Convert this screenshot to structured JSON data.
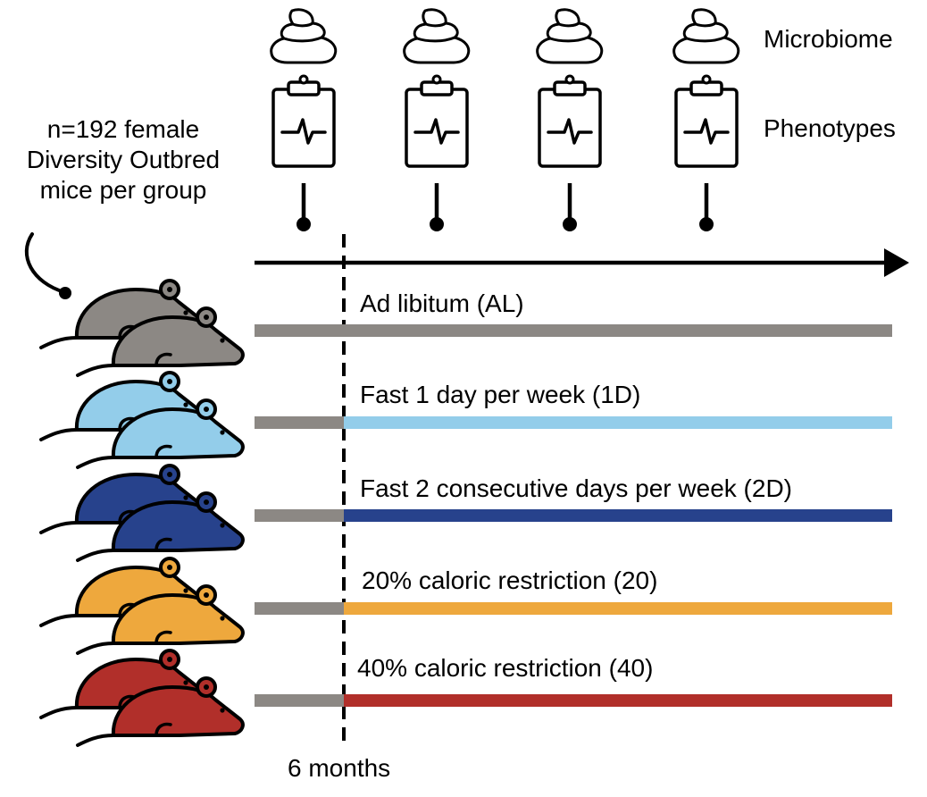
{
  "legend": {
    "microbiome_label": "Microbiome",
    "phenotypes_label": "Phenotypes"
  },
  "cohort": {
    "line1": "n=192 female",
    "line2": "Diversity Outbred",
    "line3": "mice per group"
  },
  "timepoint_label": "6 months",
  "groups": [
    {
      "label": "Ad libitum (AL)",
      "color": "#8c8884"
    },
    {
      "label": "Fast 1 day per week (1D)",
      "color": "#93cdea"
    },
    {
      "label": "Fast 2 consecutive days per week (2D)",
      "color": "#27428c"
    },
    {
      "label": "20% caloric restriction (20)",
      "color": "#eea83d"
    },
    {
      "label": "40% caloric restriction (40)",
      "color": "#b12f2a"
    }
  ],
  "baseline_color": "#8c8884",
  "icons": {
    "microbiome": "poop-icon",
    "phenotypes": "clipboard-ecg-icon",
    "subjects": "mouse-icon"
  }
}
